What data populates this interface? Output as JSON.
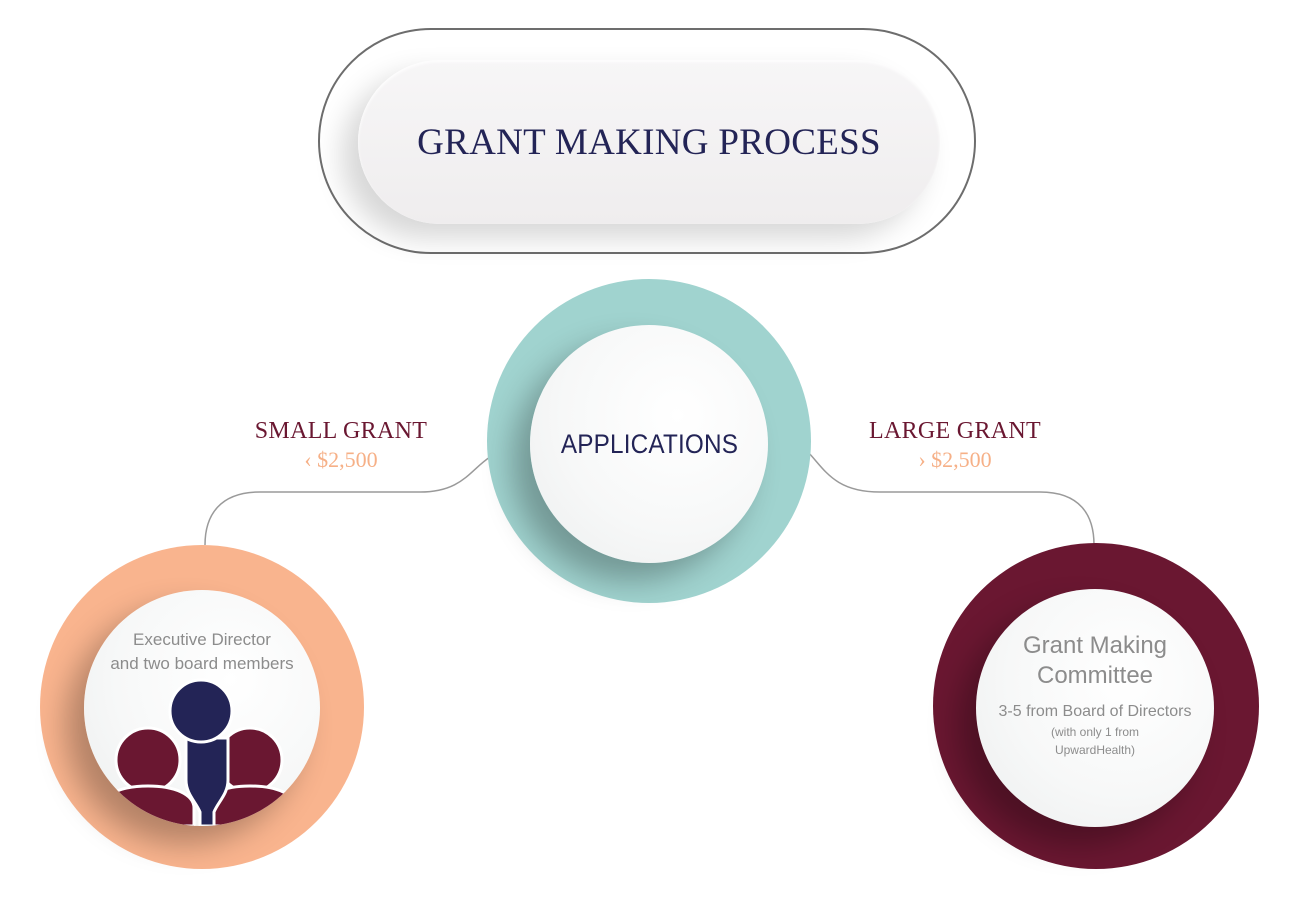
{
  "title": "GRANT MAKING PROCESS",
  "center": {
    "label": "APPLICATIONS",
    "ring_color": "#a0d3cf"
  },
  "small_grant": {
    "name": "SMALL GRANT",
    "amount": "‹ $2,500",
    "reviewer_line1": "Executive Director",
    "reviewer_line2": "and two board members",
    "ring_color": "#f9b48e"
  },
  "large_grant": {
    "name": "LARGE GRANT",
    "amount": "› $2,500",
    "committee_line1": "Grant Making",
    "committee_line2": "Committee",
    "members": "3-5 from Board of Directors",
    "note_line1": "(with only 1 from",
    "note_line2": "UpwardHealth)",
    "ring_color": "#6a1731"
  },
  "colors": {
    "navy": "#232456",
    "maroon": "#6a1731",
    "peach": "#f9b48e",
    "teal": "#a0d3cf",
    "gray_text": "#8c8c8c"
  },
  "icons": {
    "people": "group-of-people-icon"
  }
}
